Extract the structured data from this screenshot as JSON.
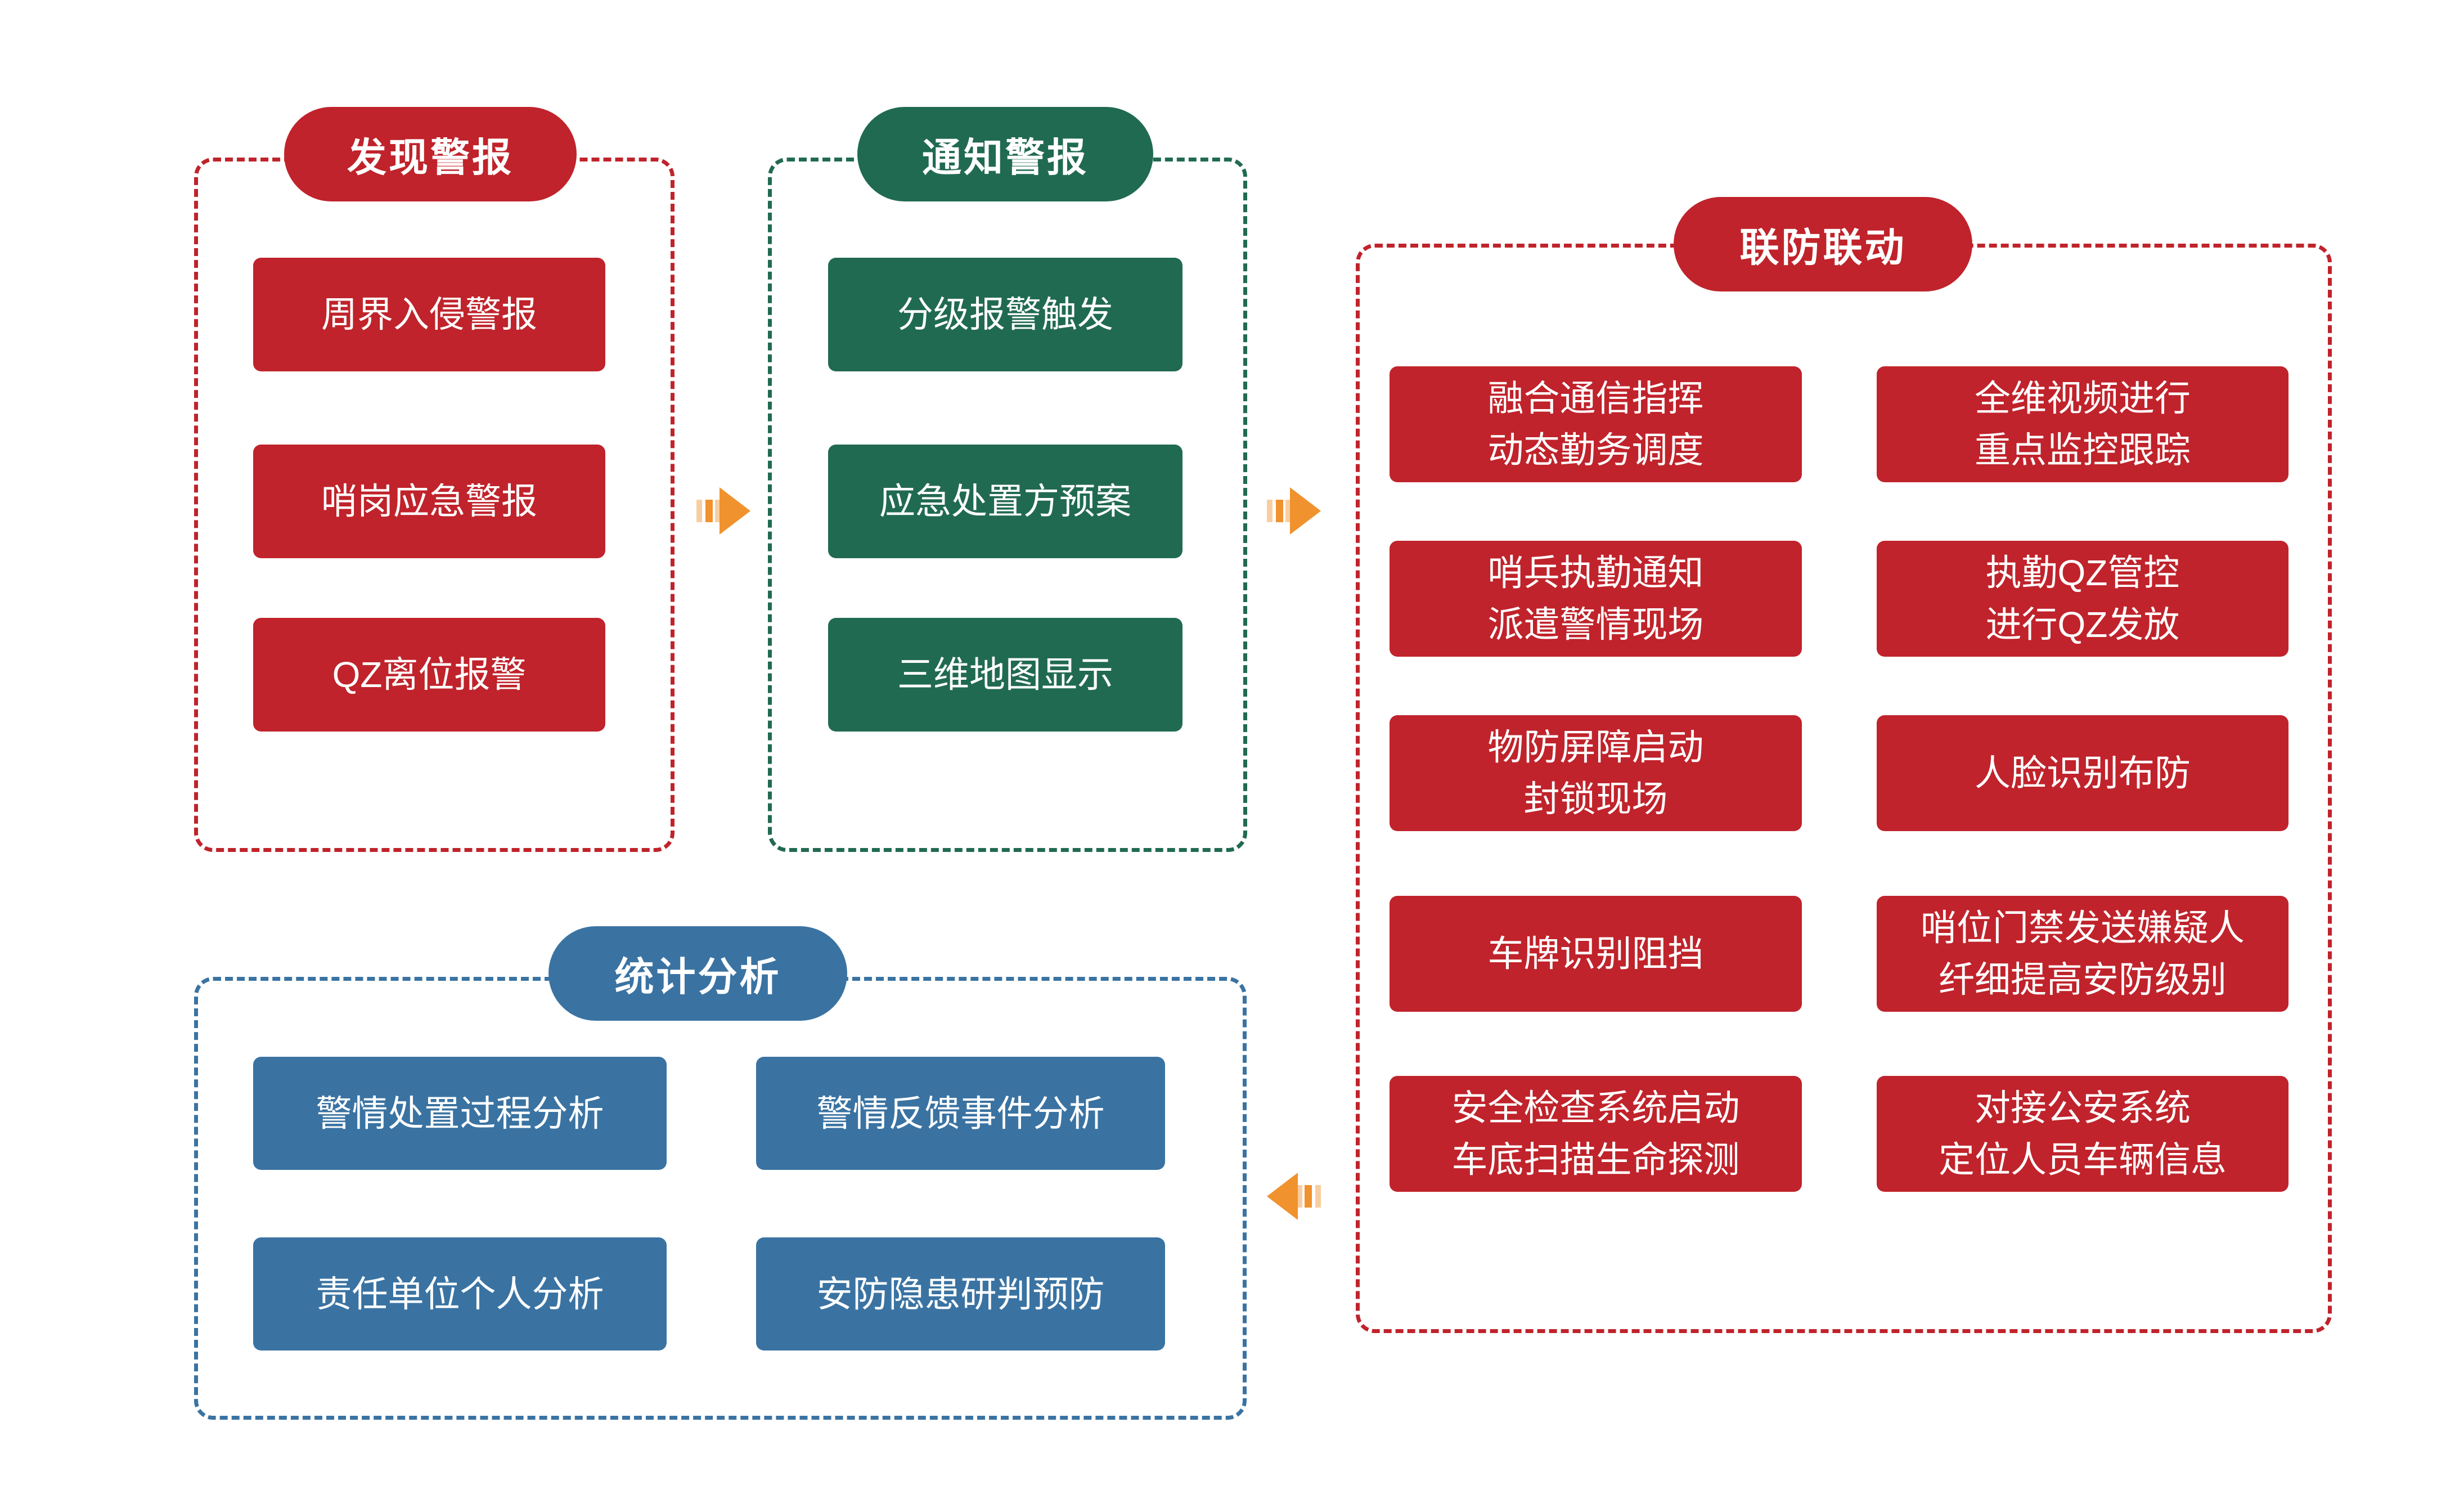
{
  "colors": {
    "red": "#C0232B",
    "green": "#216A52",
    "blue": "#3A73A2",
    "orange": "#F0922D",
    "bg": "#FFFFFF"
  },
  "arrows": {
    "discover_to_notify": "flow-arrow-right",
    "notify_to_joint": "flow-arrow-right",
    "joint_to_stats": "flow-arrow-left"
  },
  "sections": {
    "discover": {
      "title": "发现警报",
      "items": [
        "周界入侵警报",
        "哨岗应急警报",
        "QZ离位报警"
      ]
    },
    "notify": {
      "title": "通知警报",
      "items": [
        "分级报警触发",
        "应急处置方预案",
        "三维地图显示"
      ]
    },
    "joint": {
      "title": "联防联动",
      "left": [
        [
          "融合通信指挥",
          "动态勤务调度"
        ],
        [
          "哨兵执勤通知",
          "派遣警情现场"
        ],
        [
          "物防屏障启动",
          "封锁现场"
        ],
        [
          "车牌识别阻挡"
        ],
        [
          "安全检查系统启动",
          "车底扫描生命探测"
        ]
      ],
      "right": [
        [
          "全维视频进行",
          "重点监控跟踪"
        ],
        [
          "执勤QZ管控",
          "进行QZ发放"
        ],
        [
          "人脸识别布防"
        ],
        [
          "哨位门禁发送嫌疑人",
          "纤细提高安防级别"
        ],
        [
          "对接公安系统",
          "定位人员车辆信息"
        ]
      ]
    },
    "stats": {
      "title": "统计分析",
      "items": [
        "警情处置过程分析",
        "警情反馈事件分析",
        "责任单位个人分析",
        "安防隐患研判预防"
      ]
    }
  }
}
